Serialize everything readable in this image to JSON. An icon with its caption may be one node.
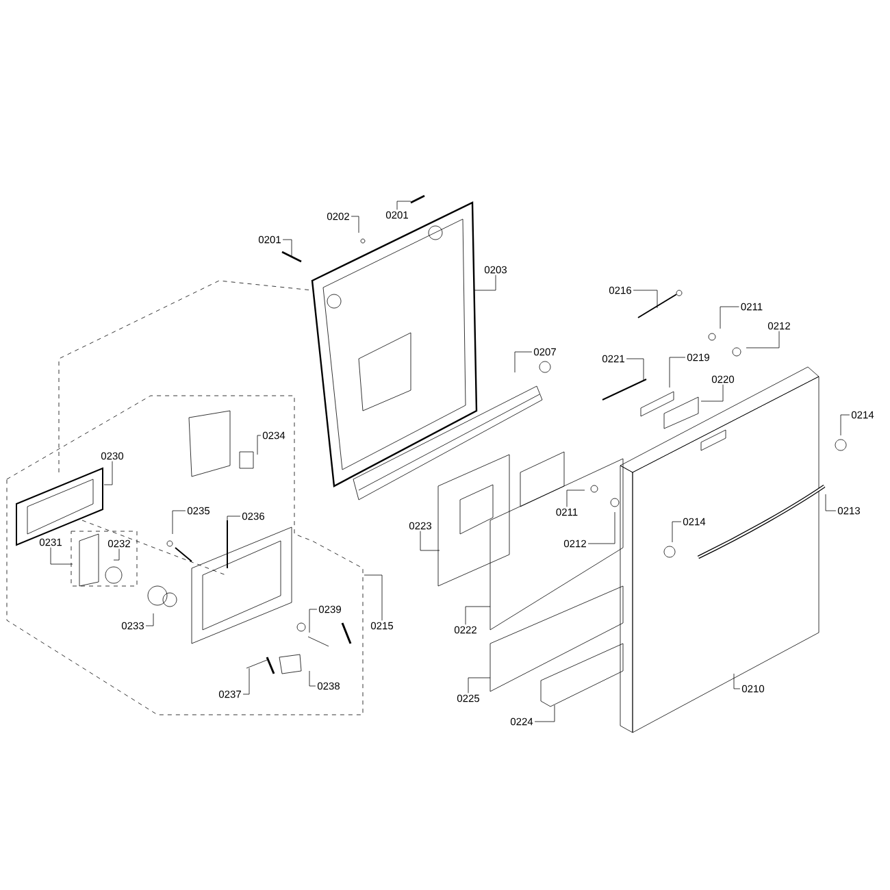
{
  "diagram": {
    "nodes": [
      {
        "text": [
          "0201"
        ]
      },
      {
        "text": [
          "0202"
        ]
      },
      {
        "text": [
          "0201"
        ]
      },
      {
        "text": [
          "0203"
        ]
      },
      {
        "text": [
          "0207"
        ]
      },
      {
        "text": [
          "0216"
        ]
      },
      {
        "text": [
          "0211"
        ]
      },
      {
        "text": [
          "0212"
        ]
      },
      {
        "text": [
          "0221"
        ]
      },
      {
        "text": [
          "0219"
        ]
      },
      {
        "text": [
          "0220"
        ]
      },
      {
        "text": [
          "0214"
        ]
      },
      {
        "text": [
          "0230"
        ]
      },
      {
        "text": [
          "0234"
        ]
      },
      {
        "text": [
          "0235"
        ]
      },
      {
        "text": [
          "0236"
        ]
      },
      {
        "text": [
          "0231"
        ]
      },
      {
        "text": [
          "0232"
        ]
      },
      {
        "text": [
          "0223"
        ]
      },
      {
        "text": [
          "0211"
        ]
      },
      {
        "text": [
          "0212"
        ]
      },
      {
        "text": [
          "0214"
        ]
      },
      {
        "text": [
          "0213"
        ]
      },
      {
        "text": [
          "0233"
        ]
      },
      {
        "text": [
          "0239"
        ]
      },
      {
        "text": [
          "0215"
        ]
      },
      {
        "text": [
          "0222"
        ]
      },
      {
        "text": [
          "0225"
        ]
      },
      {
        "text": [
          "0210"
        ]
      },
      {
        "text": [
          "0237"
        ]
      },
      {
        "text": [
          "0238"
        ]
      },
      {
        "text": [
          "0224"
        ]
      }
    ],
    "edges": [
      {
        "from": 0,
        "to": null,
        "arrow": "none"
      },
      {
        "from": 1,
        "to": null,
        "arrow": "none"
      },
      {
        "from": 2,
        "to": null,
        "arrow": "none"
      },
      {
        "from": 3,
        "to": null,
        "arrow": "none"
      },
      {
        "from": 4,
        "to": null,
        "arrow": "none"
      },
      {
        "from": 5,
        "to": null,
        "arrow": "none"
      },
      {
        "from": 6,
        "to": null,
        "arrow": "none"
      },
      {
        "from": 7,
        "to": null,
        "arrow": "none"
      },
      {
        "from": 8,
        "to": null,
        "arrow": "none"
      },
      {
        "from": 9,
        "to": null,
        "arrow": "none"
      },
      {
        "from": 10,
        "to": null,
        "arrow": "none"
      },
      {
        "from": 11,
        "to": null,
        "arrow": "none"
      },
      {
        "from": 12,
        "to": null,
        "arrow": "none"
      },
      {
        "from": 13,
        "to": null,
        "arrow": "none"
      },
      {
        "from": 14,
        "to": null,
        "arrow": "none"
      },
      {
        "from": 15,
        "to": null,
        "arrow": "none"
      },
      {
        "from": 16,
        "to": null,
        "arrow": "none"
      },
      {
        "from": 17,
        "to": null,
        "arrow": "none"
      },
      {
        "from": 18,
        "to": null,
        "arrow": "none"
      },
      {
        "from": 19,
        "to": null,
        "arrow": "none"
      },
      {
        "from": 20,
        "to": null,
        "arrow": "none"
      },
      {
        "from": 21,
        "to": null,
        "arrow": "none"
      },
      {
        "from": 22,
        "to": null,
        "arrow": "none"
      },
      {
        "from": 23,
        "to": null,
        "arrow": "none"
      },
      {
        "from": 24,
        "to": null,
        "arrow": "none"
      },
      {
        "from": 25,
        "to": null,
        "arrow": "none"
      },
      {
        "from": 26,
        "to": null,
        "arrow": "none"
      },
      {
        "from": 27,
        "to": null,
        "arrow": "none"
      },
      {
        "from": 28,
        "to": null,
        "arrow": "none"
      },
      {
        "from": 29,
        "to": null,
        "arrow": "none"
      },
      {
        "from": 30,
        "to": null,
        "arrow": "none"
      },
      {
        "from": 31,
        "to": null,
        "arrow": "none"
      }
    ]
  }
}
